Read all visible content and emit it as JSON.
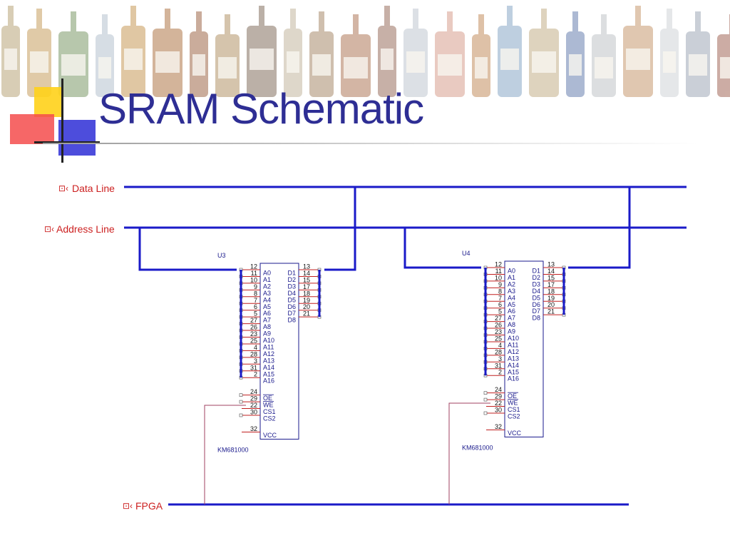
{
  "slide": {
    "title": "SRAM Schematic"
  },
  "theme": {
    "title_color": "#2e2e94",
    "bus_color": "#1a1ac8",
    "pin_color": "#c02020",
    "label_color": "#cc1f1f",
    "wire_color": "#a04060"
  },
  "nets": {
    "data_line": {
      "label": "Data Line",
      "icon": "offpage-connector-icon"
    },
    "address_line": {
      "label": "Address Line",
      "icon": "offpage-connector-icon"
    },
    "fpga": {
      "label": "FPGA",
      "icon": "offpage-connector-icon"
    }
  },
  "chips": [
    {
      "ref": "U3",
      "part": "KM681000"
    },
    {
      "ref": "U4",
      "part": "KM681000"
    }
  ],
  "pins": {
    "left": [
      {
        "num": "12",
        "name": "A0"
      },
      {
        "num": "11",
        "name": "A1"
      },
      {
        "num": "10",
        "name": "A2"
      },
      {
        "num": "9",
        "name": "A3"
      },
      {
        "num": "8",
        "name": "A4"
      },
      {
        "num": "7",
        "name": "A5"
      },
      {
        "num": "6",
        "name": "A6"
      },
      {
        "num": "5",
        "name": "A7"
      },
      {
        "num": "27",
        "name": "A8"
      },
      {
        "num": "26",
        "name": "A9"
      },
      {
        "num": "23",
        "name": "A10"
      },
      {
        "num": "25",
        "name": "A11"
      },
      {
        "num": "4",
        "name": "A12"
      },
      {
        "num": "28",
        "name": "A13"
      },
      {
        "num": "3",
        "name": "A14"
      },
      {
        "num": "31",
        "name": "A15"
      },
      {
        "num": "2",
        "name": "A16"
      }
    ],
    "control": [
      {
        "num": "24",
        "name": "OE",
        "bar": true
      },
      {
        "num": "29",
        "name": "WE",
        "bar": true
      },
      {
        "num": "22",
        "name": "CS1",
        "bar": false
      },
      {
        "num": "30",
        "name": "CS2",
        "bar": false
      }
    ],
    "power": {
      "num": "32",
      "name": "VCC"
    },
    "right": [
      {
        "num": "13",
        "name": "D1"
      },
      {
        "num": "14",
        "name": "D2"
      },
      {
        "num": "15",
        "name": "D3"
      },
      {
        "num": "17",
        "name": "D4"
      },
      {
        "num": "18",
        "name": "D5"
      },
      {
        "num": "19",
        "name": "D6"
      },
      {
        "num": "20",
        "name": "D7"
      },
      {
        "num": "21",
        "name": "D8"
      }
    ]
  }
}
